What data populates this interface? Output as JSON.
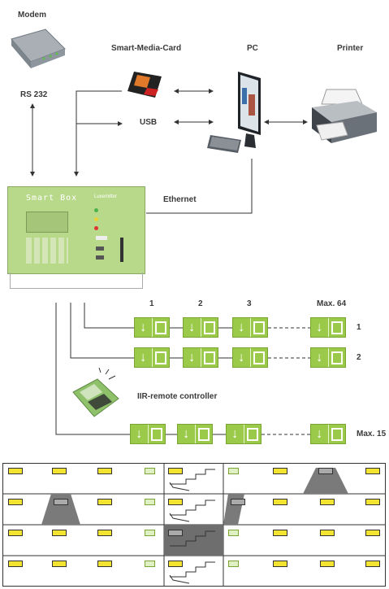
{
  "labels": {
    "modem": "Modem",
    "smart_media": "Smart-Media-Card",
    "pc": "PC",
    "printer": "Printer",
    "rs232": "RS 232",
    "usb": "USB",
    "ethernet": "Ethernet",
    "remote": "IIR-remote controller"
  },
  "device": {
    "name": "Smart Box",
    "brand": "Luxemitter"
  },
  "columns": [
    "1",
    "2",
    "3",
    "Max. 64"
  ],
  "rows": [
    "1",
    "2",
    "Max. 15"
  ],
  "colors": {
    "sign_green": "#9bc94a",
    "lamp_yellow": "#f3e431",
    "beam_gray": "#6e6e6e"
  }
}
